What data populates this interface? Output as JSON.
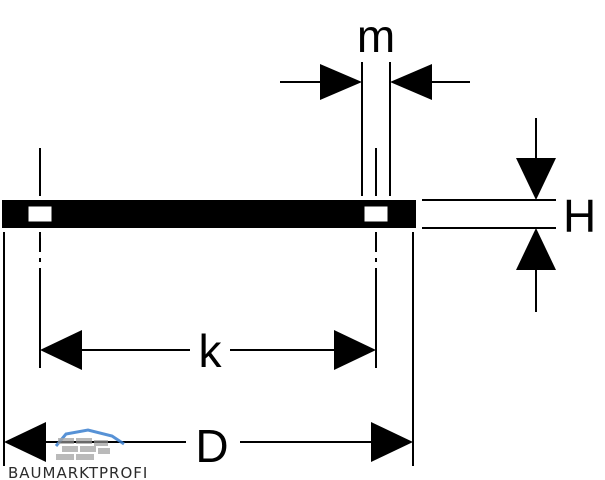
{
  "labels": {
    "m": "m",
    "H": "H",
    "k": "k",
    "D": "D"
  },
  "watermark": {
    "text": "BAUMARKTPROFI",
    "accent_color": "#3a7fd0"
  },
  "colors": {
    "ink": "#000000",
    "background": "#ffffff"
  }
}
